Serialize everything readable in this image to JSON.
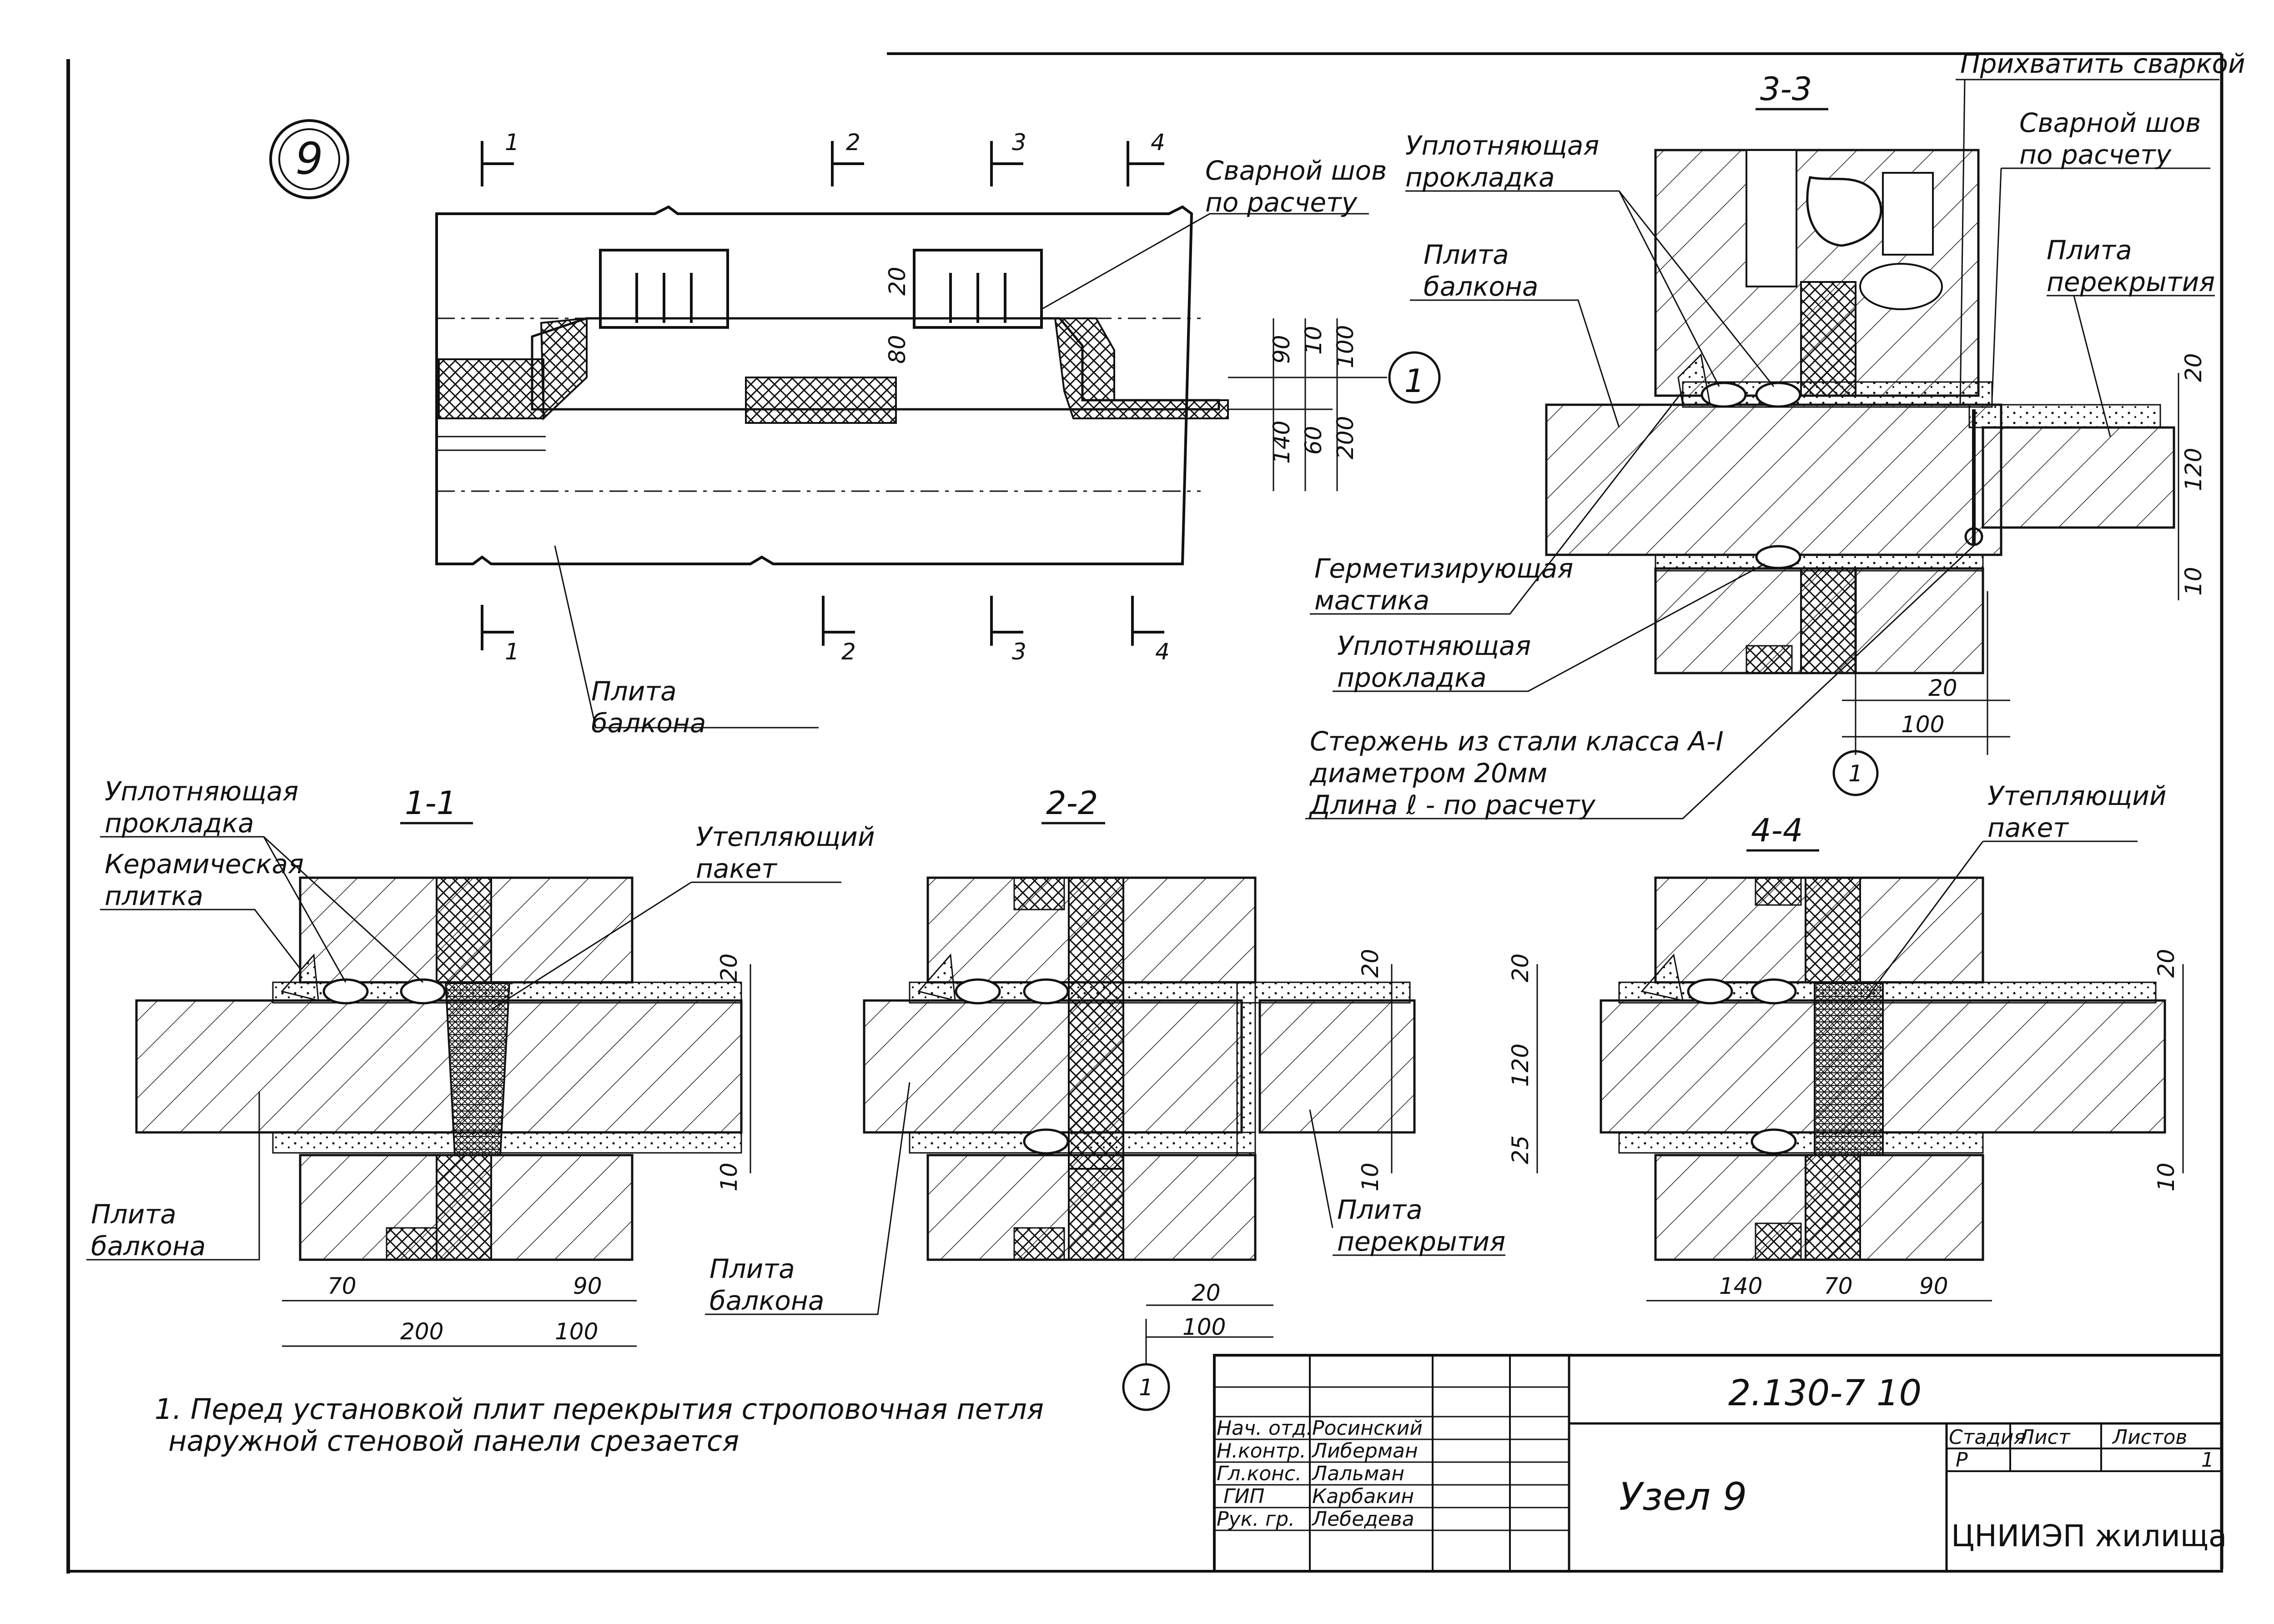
{
  "node_number": "9",
  "axis_marker": "1",
  "section_marks": {
    "top": [
      "1",
      "2",
      "3",
      "4"
    ],
    "bottom": [
      "1",
      "2",
      "3",
      "4"
    ]
  },
  "plan_labels": {
    "weld_seam": [
      "Сварной шов",
      "по расчету"
    ],
    "balcony_slab": [
      "Плита",
      "балкона"
    ]
  },
  "plan_dims": [
    "20",
    "80",
    "90",
    "10",
    "100",
    "140",
    "60",
    "200"
  ],
  "sections": {
    "s11": {
      "title": "1-1",
      "dims": [
        "20",
        "10",
        "70",
        "200",
        "90",
        "100"
      ]
    },
    "s22": {
      "title": "2-2",
      "dims": [
        "20",
        "10",
        "20",
        "100"
      ]
    },
    "s33": {
      "title": "3-3",
      "dims": [
        "20",
        "120",
        "10",
        "20",
        "100"
      ]
    },
    "s44": {
      "title": "4-4",
      "dims": [
        "20",
        "120",
        "25",
        "10",
        "140",
        "70",
        "90"
      ]
    }
  },
  "callouts": {
    "s33_weld_tack": "Прихватить сваркой",
    "s33_weld_seam": [
      "Сварной шов",
      "по расчету"
    ],
    "s33_seal_gasket_top": [
      "Уплотняющая",
      "прокладка"
    ],
    "s33_balcony_slab": [
      "Плита",
      "балкона"
    ],
    "s33_floor_slab": [
      "Плита",
      "перекрытия"
    ],
    "s33_sealant": [
      "Герметизирующая",
      "мастика"
    ],
    "s33_seal_gasket_bottom": [
      "Уплотняющая",
      "прокладка"
    ],
    "s33_rod": [
      "Стержень из стали класса А-I",
      "диаметром 20мм",
      "Длина ℓ - по расчету"
    ],
    "s11_seal_gasket": [
      "Уплотняющая",
      "прокладка"
    ],
    "s11_ceramic_tile": [
      "Керамическая",
      "плитка"
    ],
    "s11_insulation": [
      "Утепляющий",
      "пакет"
    ],
    "s11_balcony_slab": [
      "Плита",
      "балкона"
    ],
    "s22_balcony_slab": [
      "Плита",
      "балкона"
    ],
    "s22_floor_slab": [
      "Плита",
      "перекрытия"
    ],
    "s44_insulation": [
      "Утепляющий",
      "пакет"
    ]
  },
  "note": [
    "1. Перед установкой плит перекрытия строповочная петля",
    "наружной стеновой панели срезается"
  ],
  "title_block": {
    "code": "2.130-7 10",
    "sheet_title": "Узел 9",
    "stage_header": "Стадия",
    "sheet_header": "Лист",
    "sheets_header": "Листов",
    "stage": "Р",
    "sheet": "",
    "sheets": "1",
    "organization": "ЦНИИЭП жилища",
    "people": [
      {
        "role": "Нач. отд.",
        "name": "Росинский"
      },
      {
        "role": "Н.контр.",
        "name": "Либерман"
      },
      {
        "role": "Гл.конс.",
        "name": "Лальман"
      },
      {
        "role": "ГИП",
        "name": "Карбакин"
      },
      {
        "role": "Рук. гр.",
        "name": "Лебедева"
      }
    ]
  }
}
